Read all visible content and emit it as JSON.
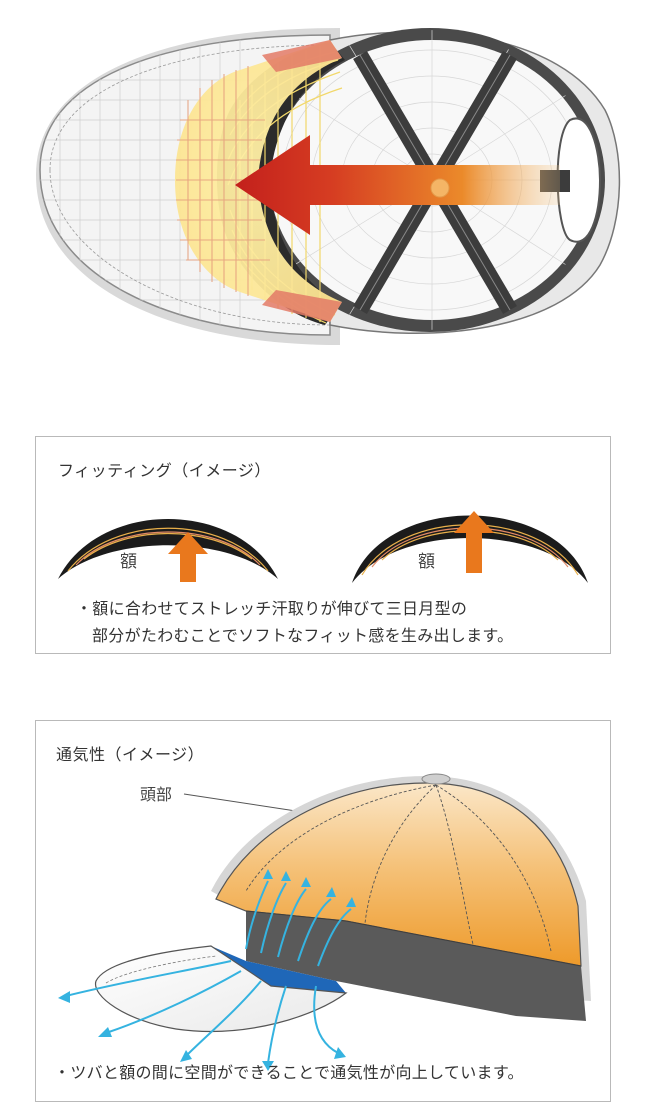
{
  "fitting": {
    "title": "フィッティング（イメージ）",
    "label_left": "額",
    "label_right": "額",
    "note_line1": "・額に合わせてストレッチ汗取りが伸びて三日月型の",
    "note_line2": "部分がたわむことでソフトなフィット感を生み出します。"
  },
  "ventilation": {
    "title": "通気性（イメージ）",
    "head_label": "頭部",
    "note": "・ツバと額の間に空間ができることで通気性が向上しています。"
  },
  "colors": {
    "arrow_red": "#c8231e",
    "arrow_orange": "#e9781d",
    "airflow_blue": "#35b3e0",
    "brim_blue": "#1f67b8",
    "band_grey": "#5a5a5a",
    "crown_orange": "#f2a43a"
  }
}
